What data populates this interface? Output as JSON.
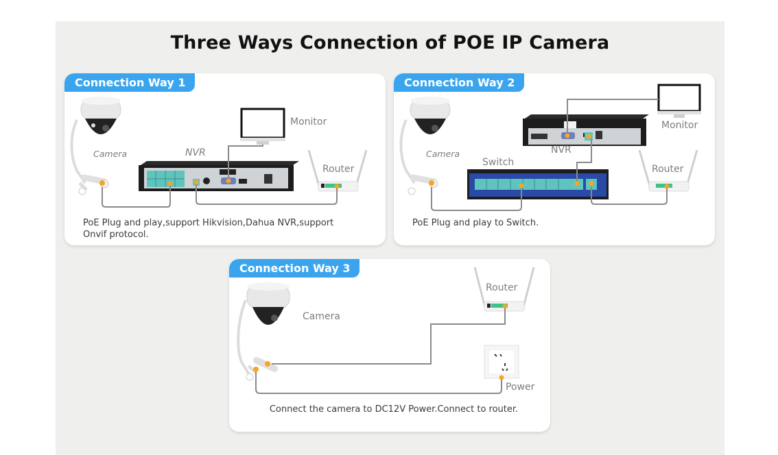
{
  "title": "Three Ways Connection of POE IP Camera",
  "colors": {
    "tag_background": "#3aa5ee",
    "cable": "#8a8a8a",
    "connector_dot": "#f5a623",
    "port_teal": "#5fc4bd",
    "switch_blue": "#2a4aa8",
    "nvr_body": "#1d1d1d"
  },
  "ways": [
    {
      "tag": "Connection Way 1",
      "labels": {
        "camera": "Camera",
        "nvr": "NVR",
        "monitor": "Monitor",
        "router": "Router"
      },
      "description_line1": "PoE Plug and play,support Hikvision,Dahua NVR,support",
      "description_line2": "Onvif protocol."
    },
    {
      "tag": "Connection Way 2",
      "labels": {
        "camera": "Camera",
        "switch": "Switch",
        "nvr": "NVR",
        "monitor": "Monitor",
        "router": "Router"
      },
      "description_line1": "PoE Plug and play to Switch."
    },
    {
      "tag": "Connection Way 3",
      "labels": {
        "camera": "Camera",
        "router": "Router",
        "power": "Power"
      },
      "description_line1": "Connect the camera to DC12V Power.Connect to router."
    }
  ]
}
